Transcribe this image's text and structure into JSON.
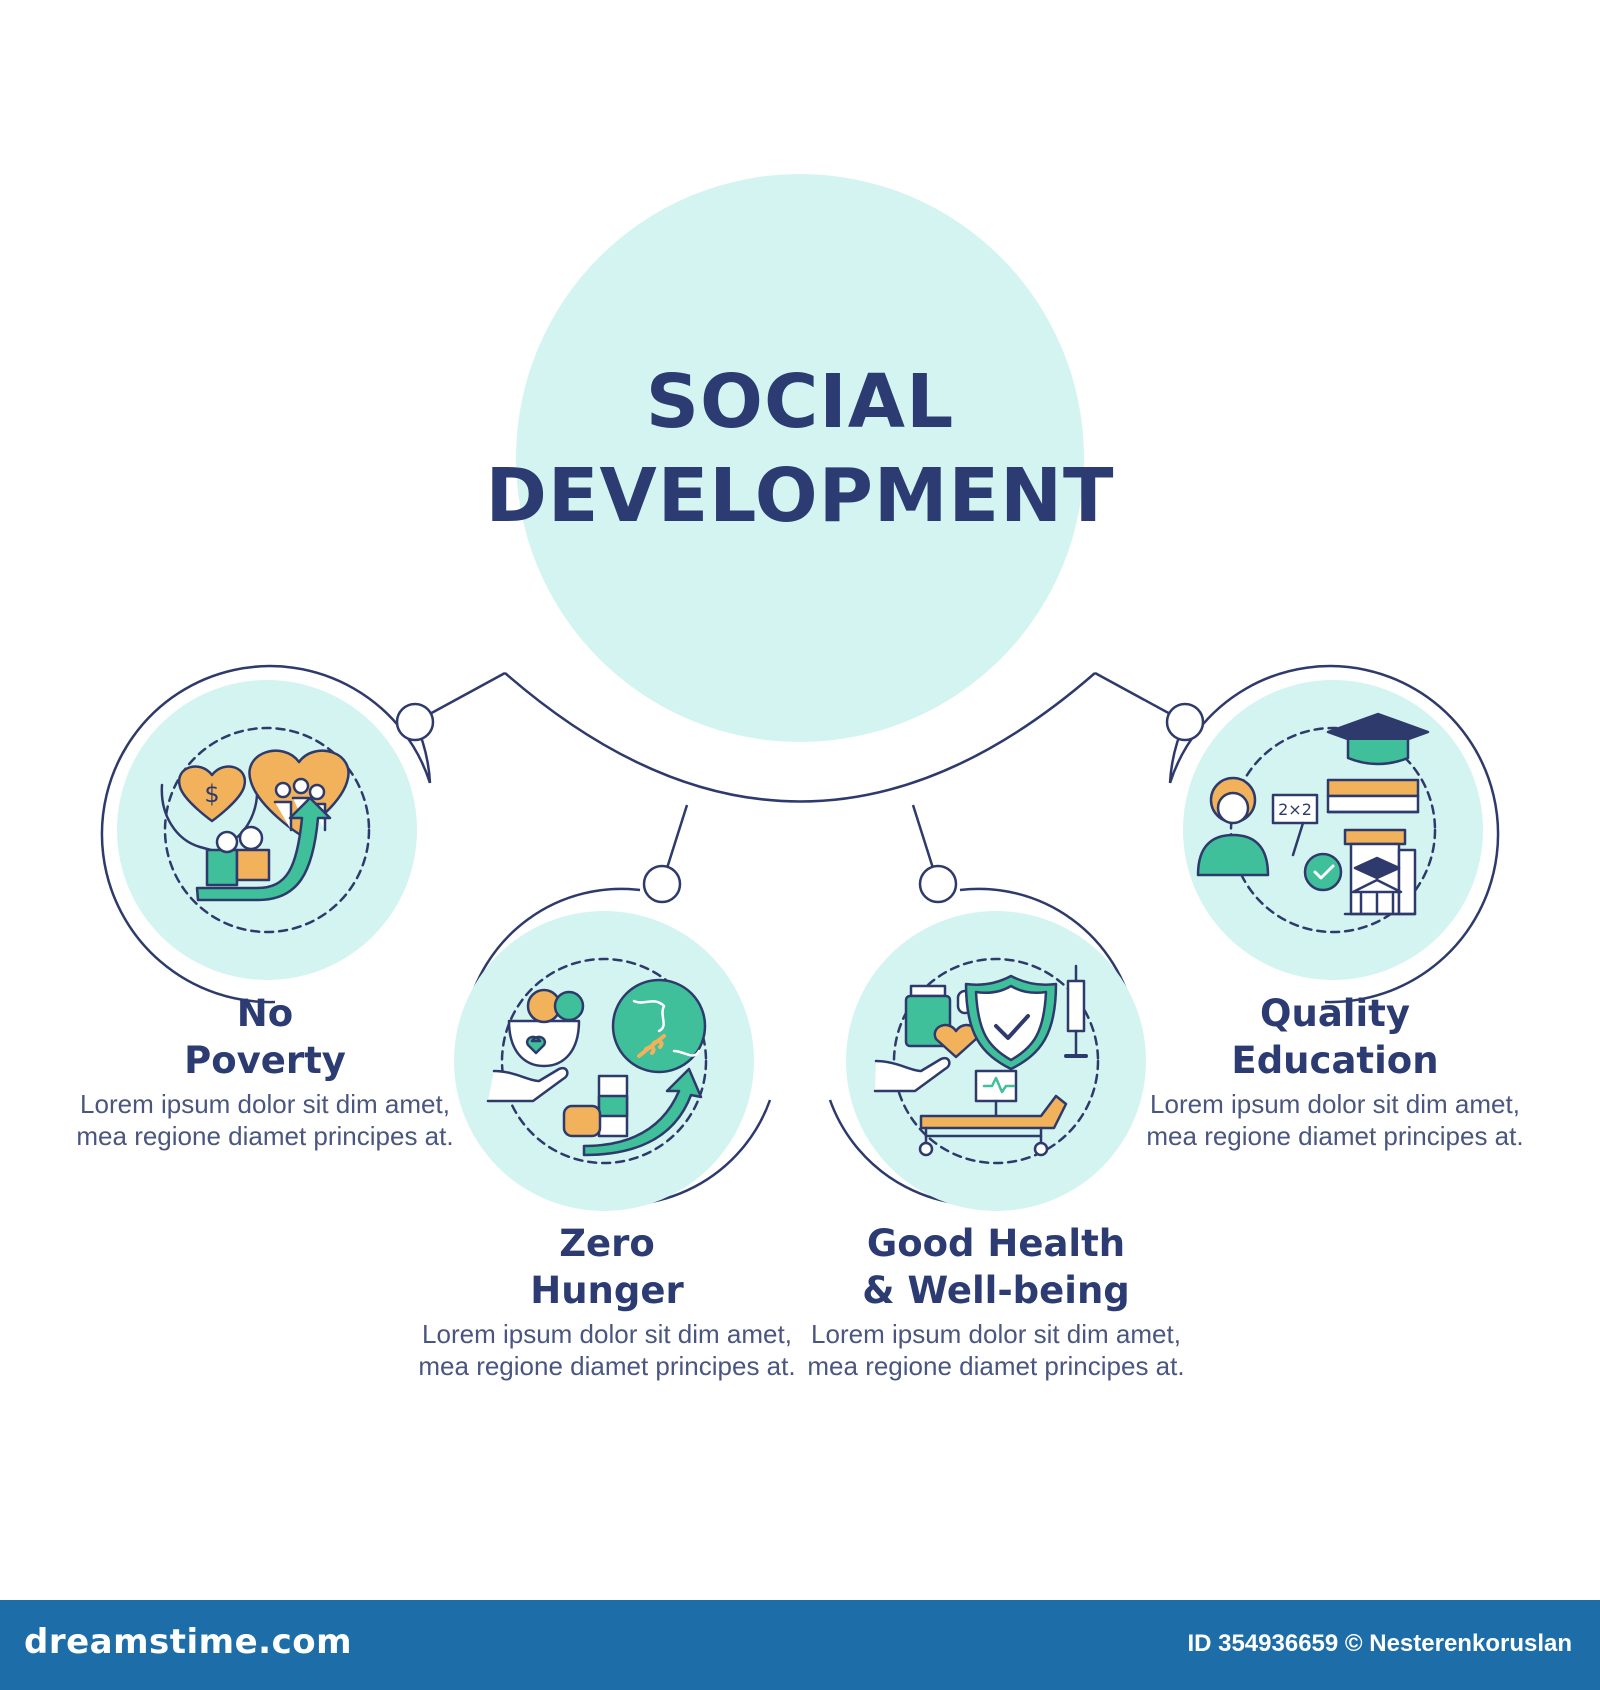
{
  "title": {
    "line1": "SOCIAL",
    "line2": "DEVELOPMENT"
  },
  "colors": {
    "circle_fill": "#d3f4f0",
    "line": "#2e3a6b",
    "icon_green": "#3fbf9a",
    "icon_orange": "#f2b25b",
    "footer": "#1d6ea8"
  },
  "items": [
    {
      "title_line1": "No",
      "title_line2": "Poverty",
      "description": "Lorem ipsum dolor sit dim amet, mea regione diamet principes at.",
      "icon": "donation-family-growth-icon"
    },
    {
      "title_line1": "Zero",
      "title_line2": "Hunger",
      "description": "Lorem ipsum dolor sit dim amet, mea regione diamet principes at.",
      "icon": "food-globe-wheat-icon"
    },
    {
      "title_line1": "Good Health",
      "title_line2": "& Well-being",
      "description": "Lorem ipsum dolor sit dim amet, mea regione diamet principes at.",
      "icon": "medicine-shield-hospital-bed-icon"
    },
    {
      "title_line1": "Quality",
      "title_line2": "Education",
      "description": "Lorem ipsum dolor sit dim amet, mea regione diamet principes at.",
      "icon": "teacher-graduation-school-icon"
    }
  ],
  "footer": {
    "brand": "dreamstime.com",
    "id_credit": "ID 354936659 © Nesterenkoruslan"
  }
}
